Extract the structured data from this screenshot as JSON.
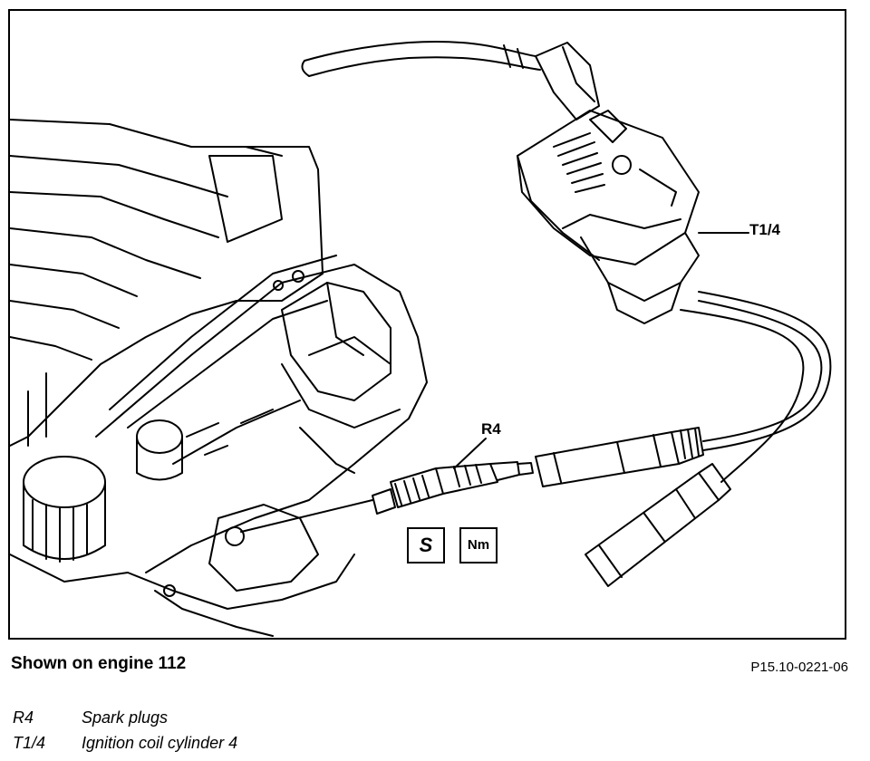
{
  "diagram": {
    "callouts": [
      {
        "code": "T1/4"
      },
      {
        "code": "R4"
      }
    ],
    "symbols": [
      {
        "name": "special-tool",
        "text": "S"
      },
      {
        "name": "torque",
        "text": "Nm"
      }
    ]
  },
  "caption": "Shown on engine 112",
  "figure_id": "P15.10-0221-06",
  "legend": [
    {
      "code": "R4",
      "description": "Spark plugs"
    },
    {
      "code": "T1/4",
      "description": "Ignition coil cylinder 4"
    }
  ]
}
